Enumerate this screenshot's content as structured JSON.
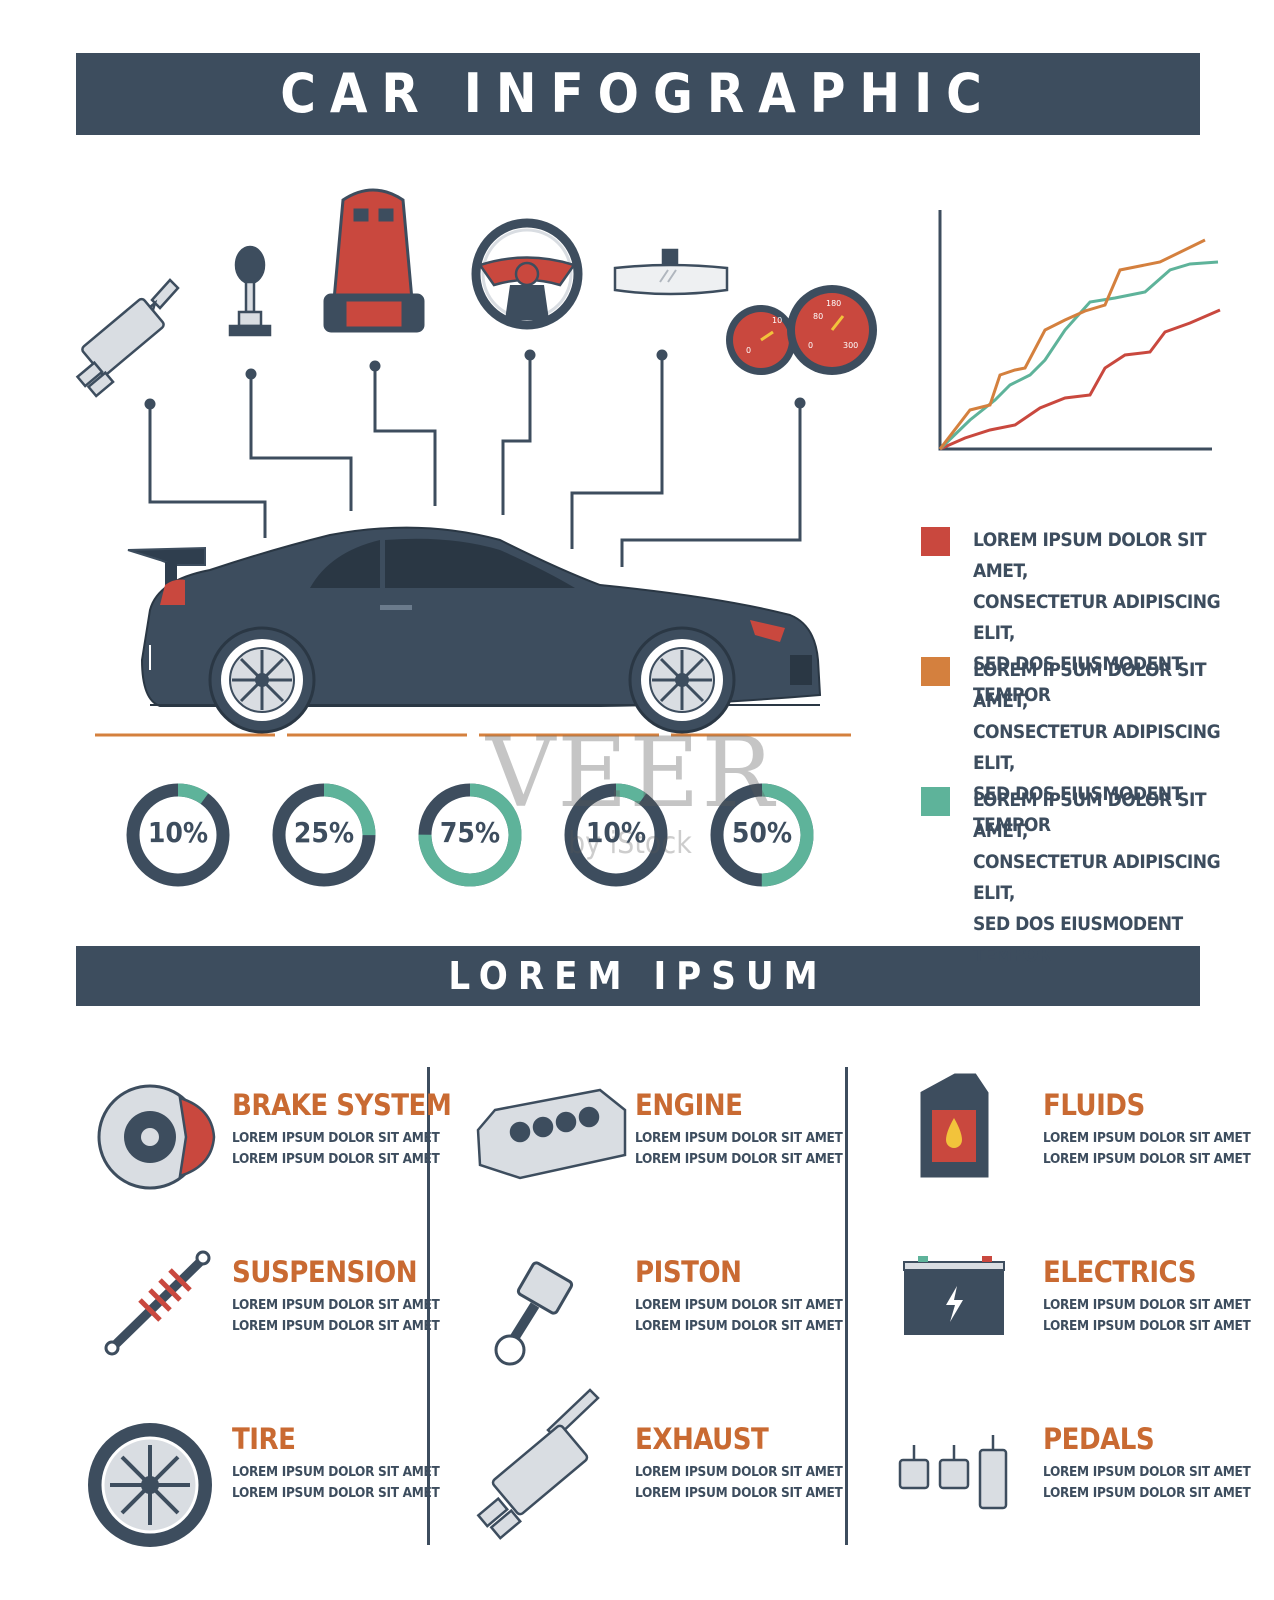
{
  "header": {
    "title": "CAR INFOGRAPHIC"
  },
  "section": {
    "title": "LOREM IPSUM"
  },
  "legend": [
    {
      "color": "#c9483e",
      "lines": [
        "LOREM IPSUM DOLOR SIT AMET,",
        "CONSECTETUR ADIPISCING ELIT,",
        "SED DOS EIUSMODENT TEMPOR"
      ]
    },
    {
      "color": "#d4803e",
      "lines": [
        "LOREM IPSUM DOLOR SIT AMET,",
        "CONSECTETUR ADIPISCING ELIT,",
        "SED DOS EIUSMODENT TEMPOR"
      ]
    },
    {
      "color": "#5eb39a",
      "lines": [
        "LOREM IPSUM DOLOR SIT AMET,",
        "CONSECTETUR ADIPISCING ELIT,",
        "SED DOS EIUSMODENT TEMPOR"
      ]
    }
  ],
  "donuts": [
    {
      "label": "10%",
      "value": 0.1
    },
    {
      "label": "25%",
      "value": 0.25
    },
    {
      "label": "75%",
      "value": 0.75
    },
    {
      "label": "10%",
      "value": 0.1
    },
    {
      "label": "50%",
      "value": 0.5
    }
  ],
  "gauges": {
    "left": [
      "0",
      "10"
    ],
    "right": [
      "80",
      "180",
      "300",
      "0"
    ]
  },
  "parts": [
    {
      "title": "BRAKE SYSTEM",
      "desc": [
        "LOREM IPSUM DOLOR SIT AMET",
        "LOREM IPSUM DOLOR SIT AMET"
      ]
    },
    {
      "title": "SUSPENSION",
      "desc": [
        "LOREM IPSUM DOLOR SIT AMET",
        "LOREM IPSUM DOLOR SIT AMET"
      ]
    },
    {
      "title": "TIRE",
      "desc": [
        "LOREM IPSUM DOLOR SIT AMET",
        "LOREM IPSUM DOLOR SIT AMET"
      ]
    },
    {
      "title": "ENGINE",
      "desc": [
        "LOREM IPSUM DOLOR SIT AMET",
        "LOREM IPSUM DOLOR SIT AMET"
      ]
    },
    {
      "title": "PISTON",
      "desc": [
        "LOREM IPSUM DOLOR SIT AMET",
        "LOREM IPSUM DOLOR SIT AMET"
      ]
    },
    {
      "title": "EXHAUST",
      "desc": [
        "LOREM IPSUM DOLOR SIT AMET",
        "LOREM IPSUM DOLOR SIT AMET"
      ]
    },
    {
      "title": "FLUIDS",
      "desc": [
        "LOREM IPSUM DOLOR SIT AMET",
        "LOREM IPSUM DOLOR SIT AMET"
      ]
    },
    {
      "title": "ELECTRICS",
      "desc": [
        "LOREM IPSUM DOLOR SIT AMET",
        "LOREM IPSUM DOLOR SIT AMET"
      ]
    },
    {
      "title": "PEDALS",
      "desc": [
        "LOREM IPSUM DOLOR SIT AMET",
        "LOREM IPSUM DOLOR SIT AMET"
      ]
    }
  ],
  "watermark": {
    "main": "VEER",
    "sub": "by iStock"
  },
  "colors": {
    "navy": "#3d4d5e",
    "red": "#c9483e",
    "orange": "#d4803e",
    "teal": "#5eb39a",
    "grey": "#e3e6ea"
  }
}
